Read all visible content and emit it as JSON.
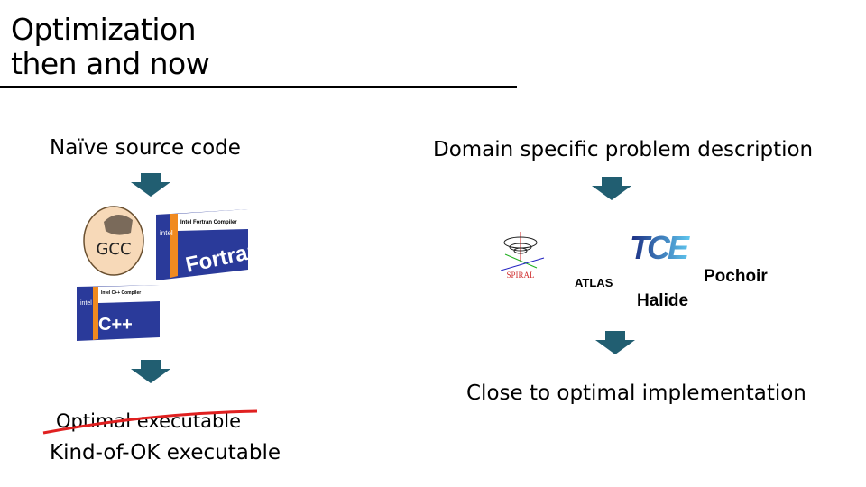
{
  "title": {
    "line1": "Optimization",
    "line2": "then and now"
  },
  "left": {
    "top": "Naïve source code",
    "struck": "Optimal executable",
    "bottom": "Kind-of-OK executable",
    "logos": {
      "gcc": "GCC",
      "fortran": "Fortran",
      "fortran_box": "Intel Fortran Compiler",
      "intel": "intel",
      "cpp": "C++",
      "cpp_box": "Intel C++ Compiler"
    }
  },
  "right": {
    "top": "Domain specific problem description",
    "bottom": "Close to optimal implementation",
    "tools": {
      "spiral": "SPIRAL",
      "atlas": "ATLAS",
      "tce": "TCE",
      "halide": "Halide",
      "pochoir": "Pochoir"
    }
  },
  "colors": {
    "arrow": "#215e71",
    "strike": "#e02020"
  }
}
